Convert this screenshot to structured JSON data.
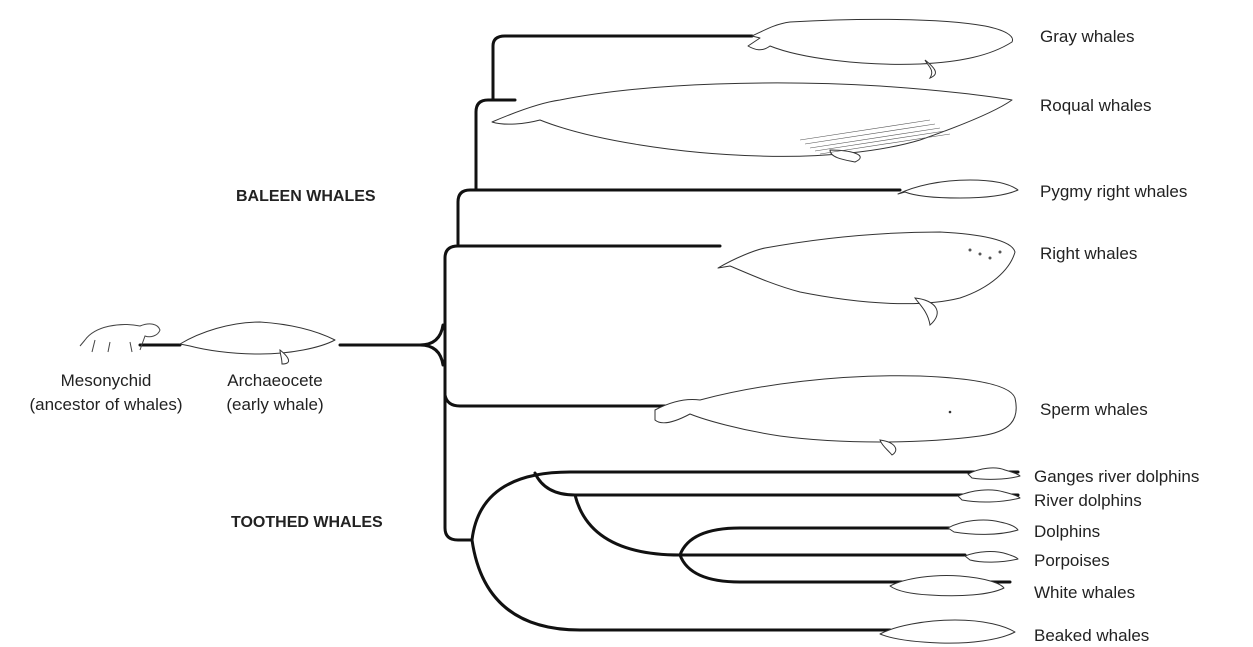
{
  "groups": {
    "baleen": "BALEEN WHALES",
    "toothed": "TOOTHED WHALES"
  },
  "ancestors": {
    "mesonychid": {
      "name": "Mesonychid",
      "note": "(ancestor of whales)"
    },
    "archaeocete": {
      "name": "Archaeocete",
      "note": "(early whale)"
    }
  },
  "taxa": {
    "gray": "Gray whales",
    "rorqual": "Roqual whales",
    "pygmy": "Pygmy right whales",
    "right": "Right whales",
    "sperm": "Sperm whales",
    "ganges": "Ganges river dolphins",
    "river": "River dolphins",
    "dolphins": "Dolphins",
    "porpoises": "Porpoises",
    "white": "White whales",
    "beaked": "Beaked whales"
  }
}
